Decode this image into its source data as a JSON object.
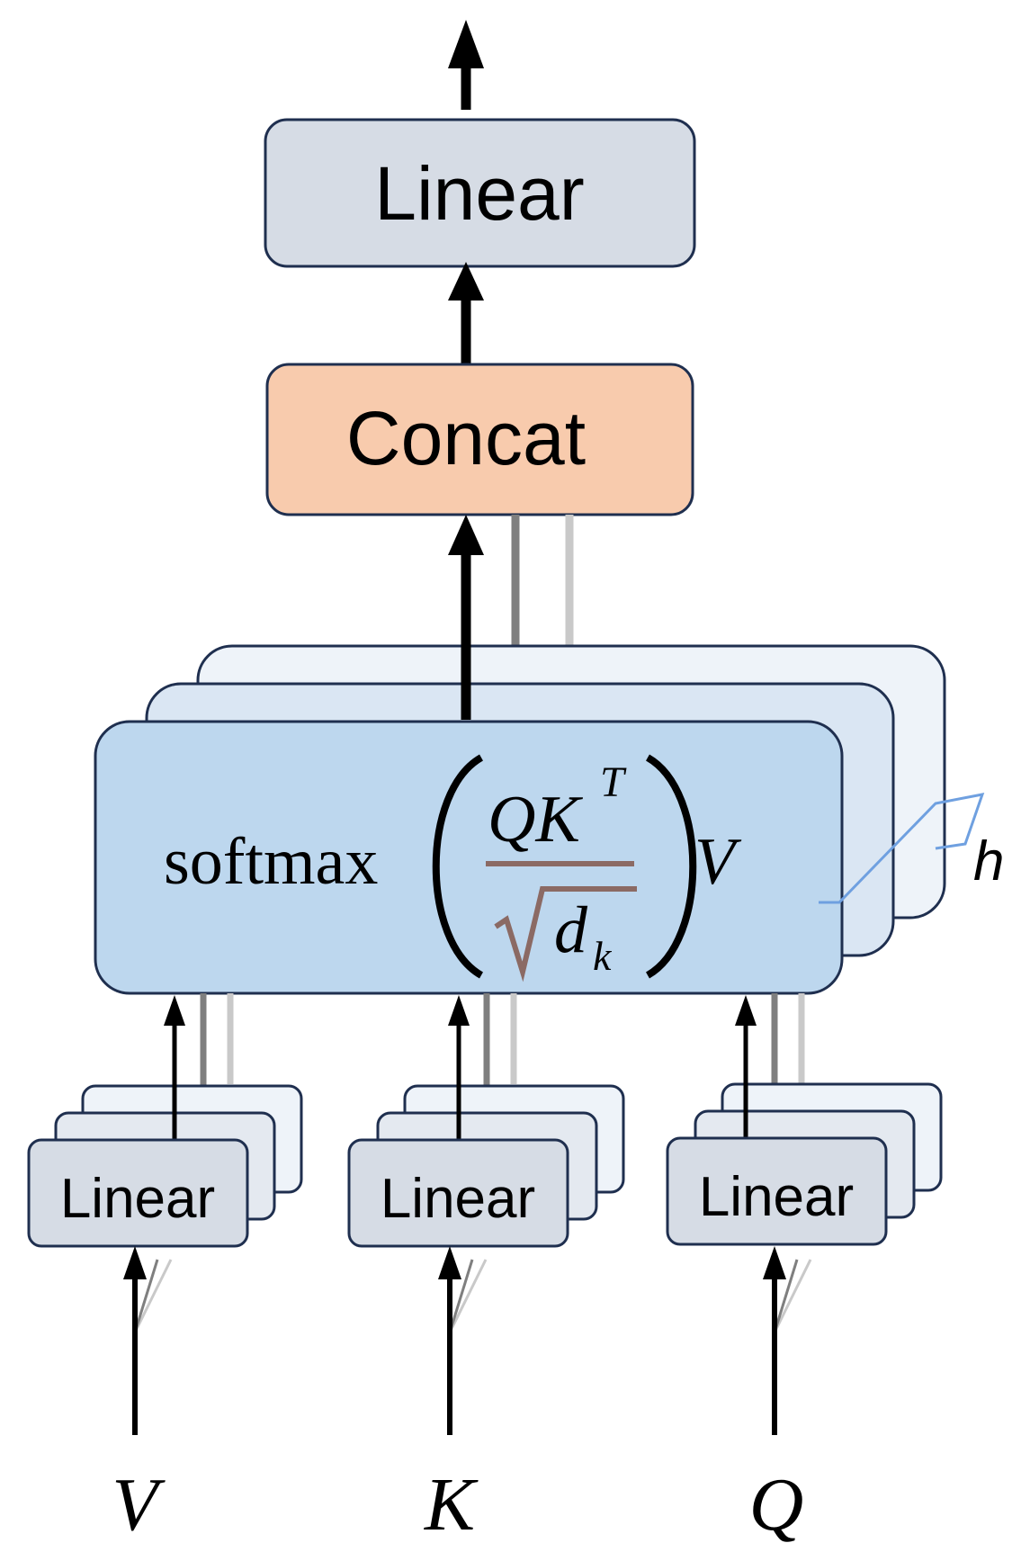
{
  "diagram": {
    "output_linear_label": "Linear",
    "concat_label": "Concat",
    "attention": {
      "func": "softmax",
      "numerator_q": "Q",
      "numerator_k": "K",
      "numerator_sup": "T",
      "denominator_d": "d",
      "denominator_sub": "k",
      "trailing_v": "V"
    },
    "heads_label": "h",
    "input_linears": [
      {
        "label": "Linear"
      },
      {
        "label": "Linear"
      },
      {
        "label": "Linear"
      }
    ],
    "inputs": [
      "V",
      "K",
      "Q"
    ]
  },
  "colors": {
    "linear_fill": "#D6DCE5",
    "concat_fill": "#F8CBAD",
    "attention_fill": "#BDD7EE",
    "attention_back1": "#DAE6F3",
    "attention_back2": "#EEF3F9",
    "stroke": "#1F2F4F",
    "sqrt_color": "#8B6A64",
    "brace_color": "#6FA0E0"
  }
}
